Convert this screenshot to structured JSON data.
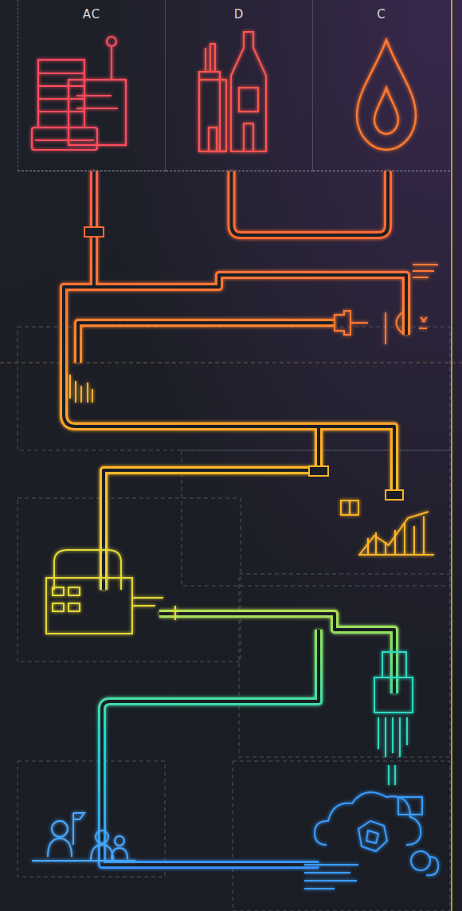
{
  "diagram": {
    "nodes": [
      {
        "text": [
          "AC"
        ]
      },
      {
        "text": [
          "D"
        ]
      },
      {
        "text": [
          "C"
        ]
      }
    ],
    "edges": [
      {
        "from": 1,
        "to": 2,
        "arrow": "none"
      }
    ]
  }
}
